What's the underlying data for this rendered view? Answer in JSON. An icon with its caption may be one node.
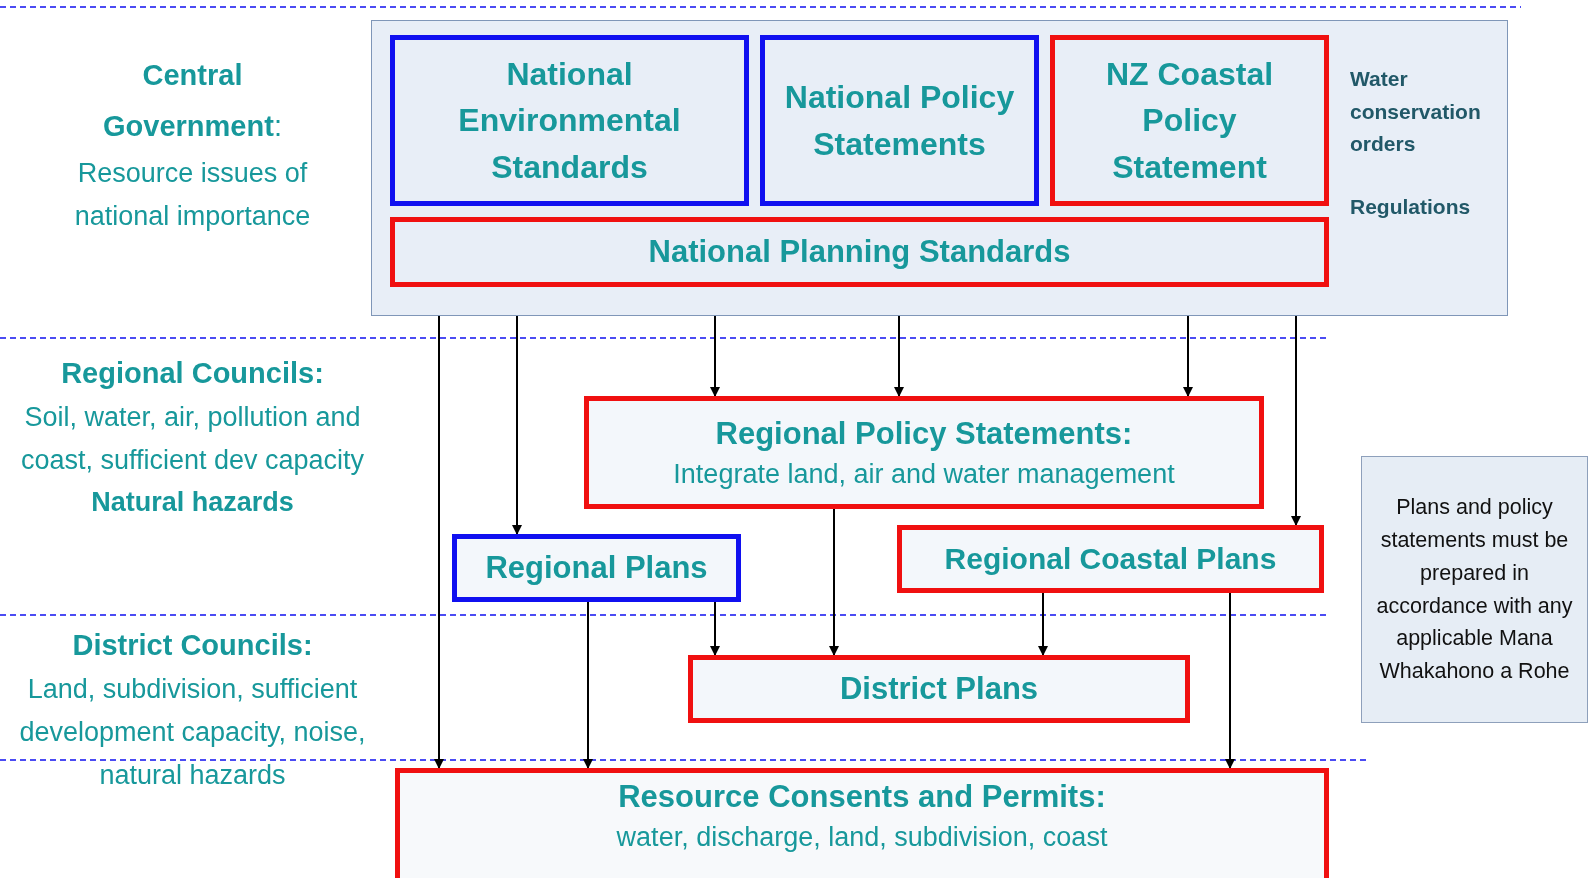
{
  "diagram": {
    "nodes": [
      {
        "text": [
          "Water conservation orders",
          "Regulations"
        ]
      },
      {
        "text": [
          "National Environmental Standards"
        ],
        "in": 0
      },
      {
        "text": [
          "National Policy Statements"
        ],
        "in": 0
      },
      {
        "text": [
          "NZ Coastal Policy Statement"
        ],
        "in": 0
      },
      {
        "text": [
          "National Planning Standards"
        ],
        "in": 0
      },
      {
        "text": [
          "Regional Policy Statements:",
          "Integrate land, air and water management"
        ]
      },
      {
        "text": [
          "Regional Plans"
        ]
      },
      {
        "text": [
          "Regional Coastal Plans"
        ]
      },
      {
        "text": [
          "District Plans"
        ]
      },
      {
        "text": [
          "Resource Consents and Permits:",
          "water, discharge, land, subdivision, coast"
        ]
      },
      {
        "text": [
          "Plans and policy statements must be prepared in accordance with any applicable Mana Whakahono a Rohe"
        ]
      }
    ],
    "edges": [
      {
        "from": 0,
        "to": 9,
        "arrow": "to"
      },
      {
        "from": 0,
        "to": 6,
        "arrow": "to"
      },
      {
        "from": 0,
        "to": 5,
        "arrow": "to"
      },
      {
        "from": 0,
        "to": 5,
        "arrow": "to"
      },
      {
        "from": 0,
        "to": 5,
        "arrow": "to"
      },
      {
        "from": 0,
        "to": 7,
        "arrow": "to"
      },
      {
        "from": 5,
        "to": 8,
        "arrow": "to"
      },
      {
        "from": 6,
        "to": 8,
        "arrow": "to"
      },
      {
        "from": 6,
        "to": 9,
        "arrow": "to"
      },
      {
        "from": 7,
        "to": 8,
        "arrow": "to"
      },
      {
        "from": 7,
        "to": 9,
        "arrow": "to"
      }
    ],
    "labels": [
      "**Central Government**:",
      "Resource issues of national importance",
      "Regional Councils:",
      "Soil, water, air, pollution and coast, sufficient dev capacity",
      "Natural hazards",
      "District Councils:",
      "Land, subdivision, sufficient development capacity, noise, natural hazards"
    ]
  }
}
